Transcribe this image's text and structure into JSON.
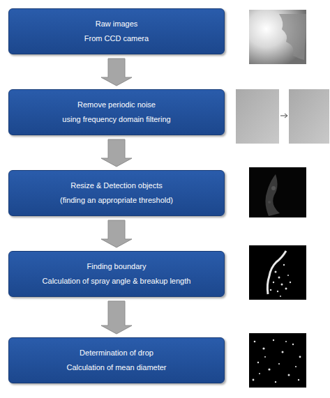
{
  "diagram": {
    "nodes": [
      {
        "text": [
          "Raw images",
          "From CCD camera"
        ]
      },
      {
        "text": [
          "Remove  periodic noise",
          "using frequency domain filtering"
        ]
      },
      {
        "text": [
          "Resize & Detection objects",
          "(finding an appropriate threshold)"
        ]
      },
      {
        "text": [
          "Finding boundary",
          "Calculation of spray angle & breakup length"
        ]
      },
      {
        "text": [
          "Determination of drop",
          "Calculation of mean diameter"
        ]
      }
    ],
    "edges": [
      {
        "from": 0,
        "to": 1,
        "arrow": "to"
      },
      {
        "from": 1,
        "to": 2,
        "arrow": "to"
      },
      {
        "from": 2,
        "to": 3,
        "arrow": "to"
      },
      {
        "from": 3,
        "to": 4,
        "arrow": "to"
      }
    ]
  }
}
